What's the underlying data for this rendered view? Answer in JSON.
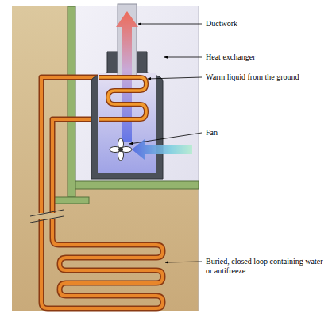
{
  "diagram": {
    "labels": [
      "Ductwork",
      "Heat exchanger",
      "Warm liquid from the ground",
      "Fan",
      "Buried, closed loop containing water or antifreeze"
    ]
  }
}
